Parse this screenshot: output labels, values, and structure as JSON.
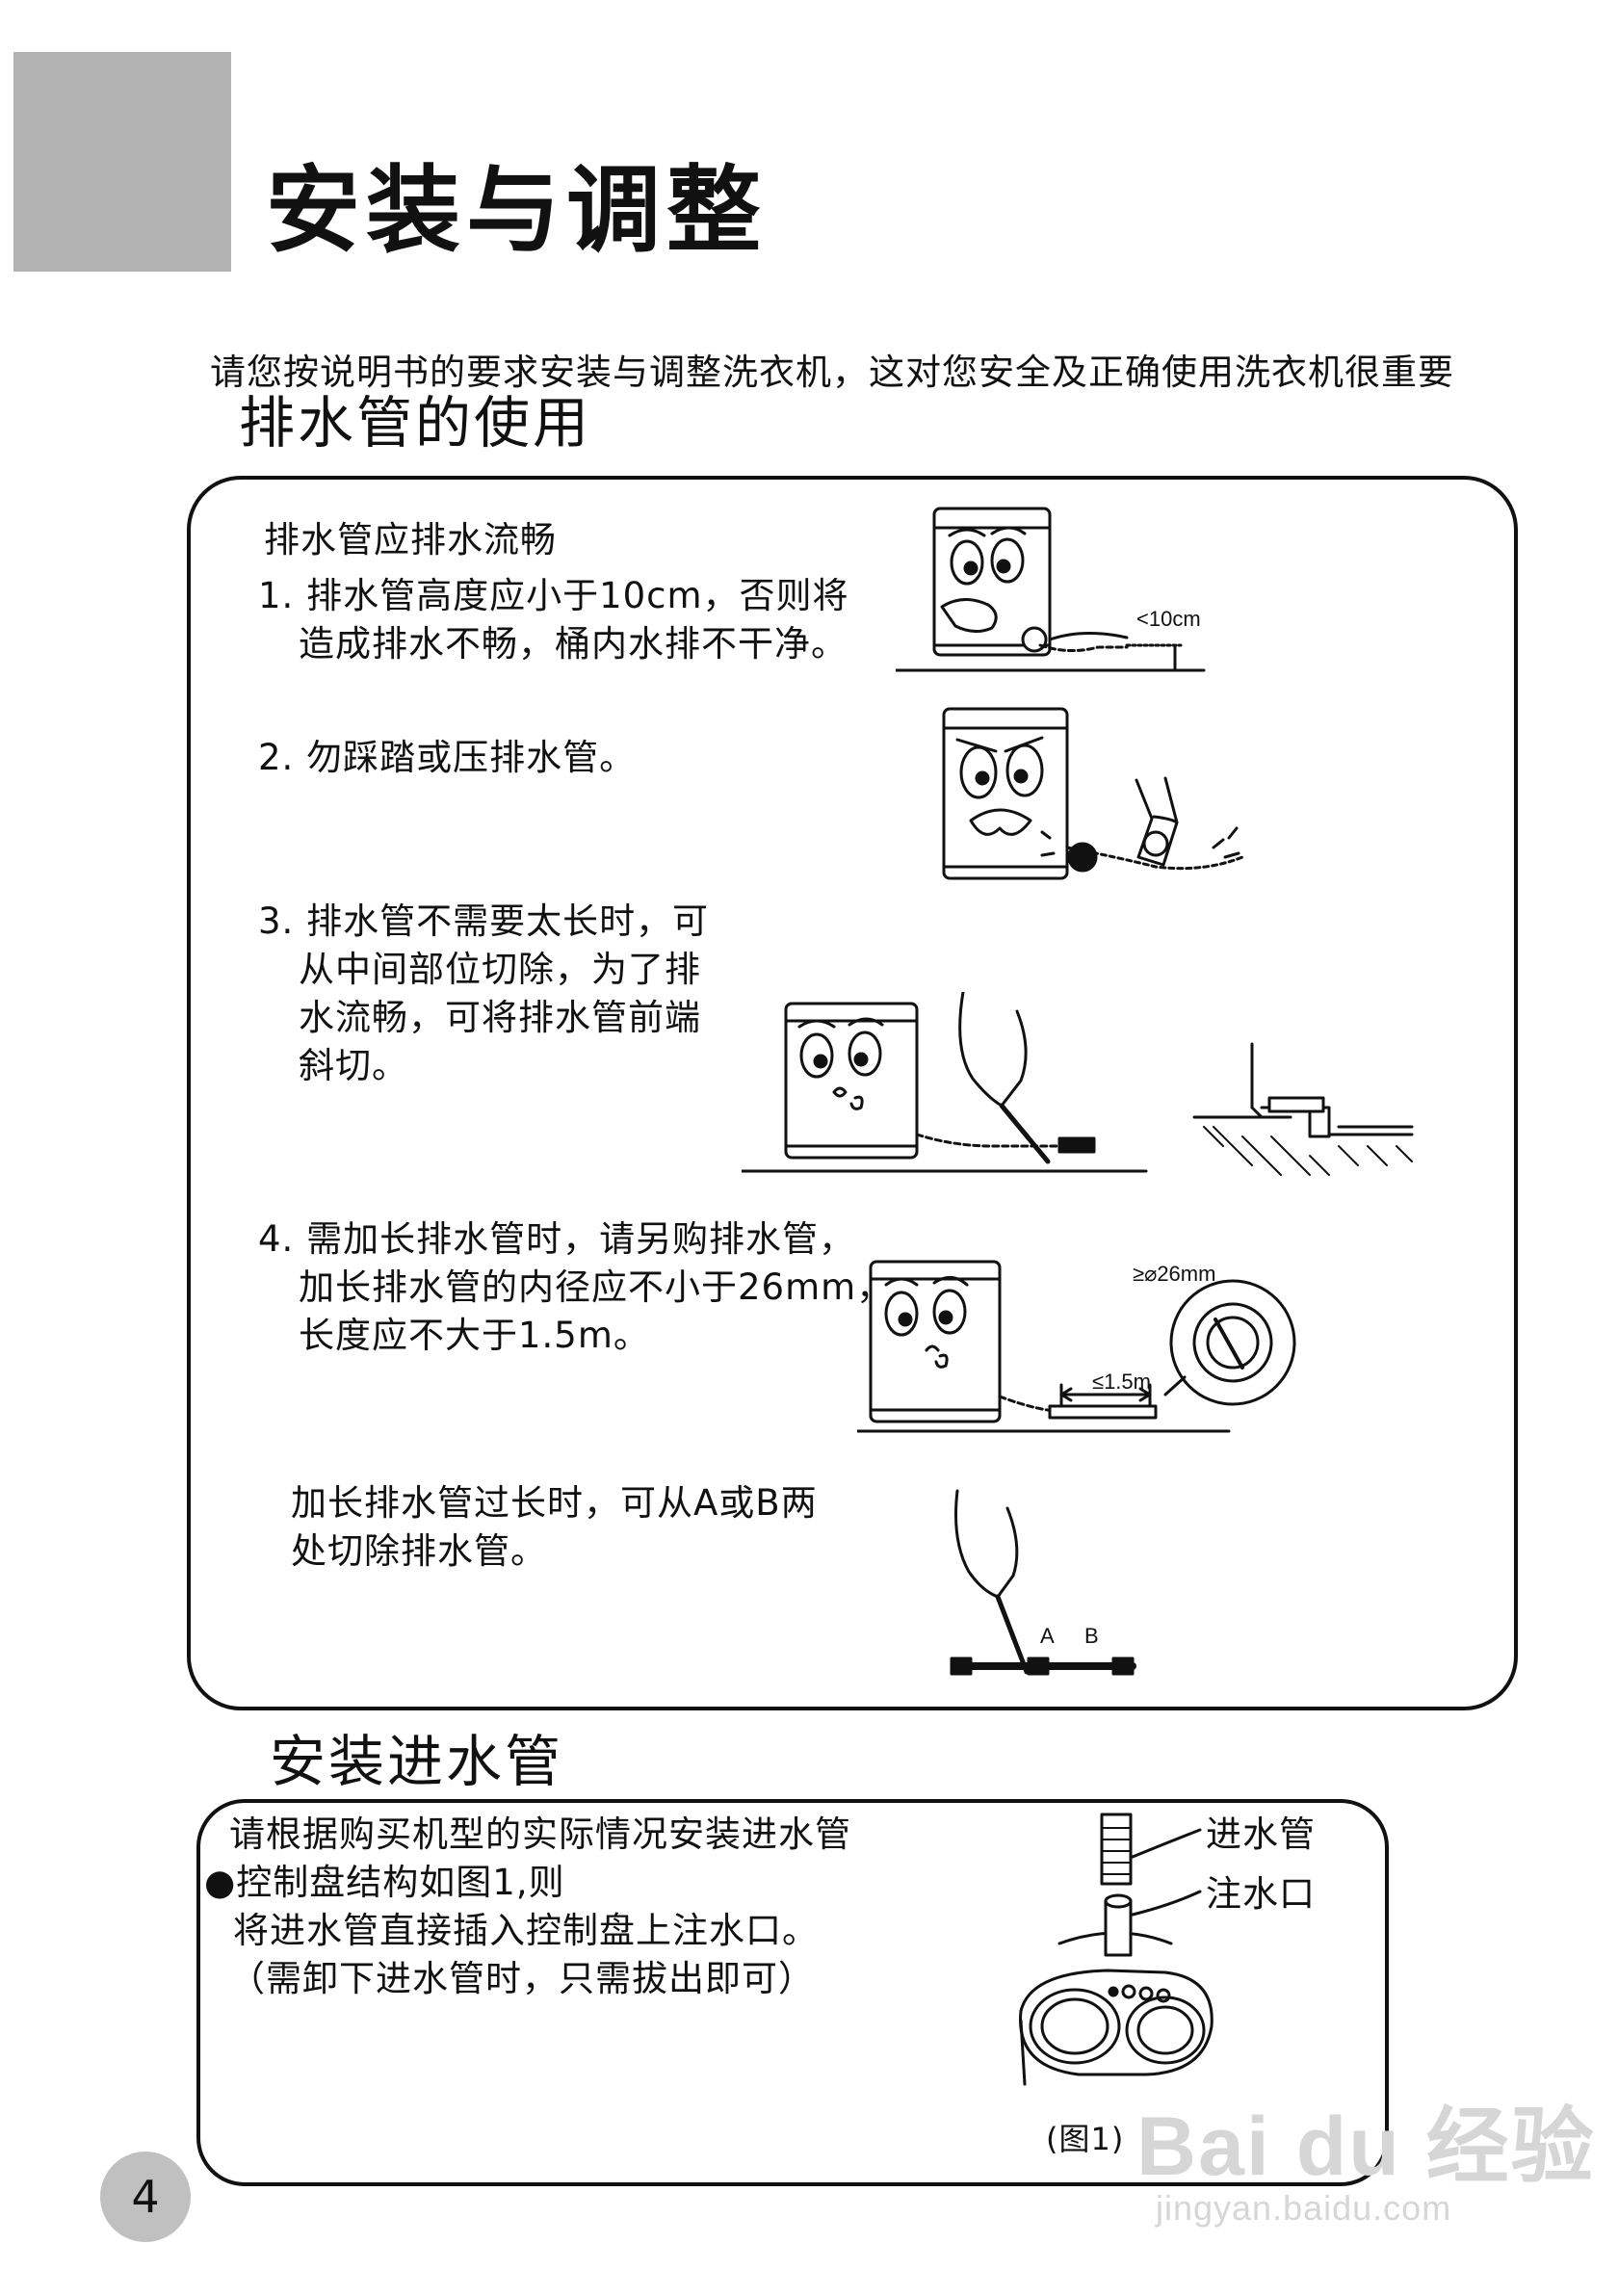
{
  "page": {
    "title": "安装与调整",
    "intro": "请您按说明书的要求安装与调整洗衣机，这对您安全及正确使用洗衣机很重要",
    "page_number": "4"
  },
  "drain": {
    "heading": "排水管的使用",
    "subheading": "排水管应排水流畅",
    "items": [
      {
        "lines": [
          "1. 排水管高度应小于10cm，否则将",
          "造成排水不畅，桶内水排不干净。"
        ]
      },
      {
        "lines": [
          "2. 勿踩踏或压排水管。"
        ]
      },
      {
        "lines": [
          "3. 排水管不需要太长时，可",
          "从中间部位切除，为了排",
          "水流畅，可将排水管前端",
          "斜切。"
        ]
      },
      {
        "lines": [
          "4. 需加长排水管时，请另购排水管，",
          "加长排水管的内径应不小于26mm，",
          "长度应不大于1.5m。"
        ]
      }
    ],
    "extra_lines": [
      "加长排水管过长时，可从A或B两",
      "处切除排水管。"
    ],
    "labels": {
      "height": "<10cm",
      "diameter": "≥⌀26mm",
      "length": "≤1.5m",
      "cut_a": "A",
      "cut_b": "B"
    }
  },
  "inlet": {
    "heading": "安装进水管",
    "lines": [
      "请根据购买机型的实际情况安装进水管",
      "●控制盘结构如图1,则",
      "将进水管直接插入控制盘上注水口。",
      "（需卸下进水管时，只需拔出即可）"
    ],
    "label_hose": "进水管",
    "label_port": "注水口",
    "figure_caption": "(图1)"
  },
  "watermark": {
    "brand": "Bai du 经验",
    "url": "jingyan.baidu.com"
  }
}
